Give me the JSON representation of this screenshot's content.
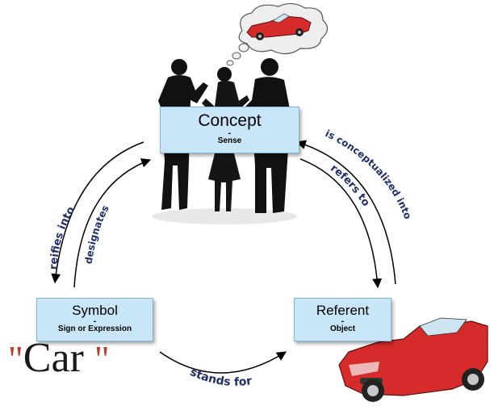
{
  "nodes": {
    "concept": {
      "title": "Concept",
      "dash": "-",
      "subtitle": "Sense"
    },
    "symbol": {
      "title": "Symbol",
      "dash": "-",
      "subtitle": "Sign or Expression"
    },
    "referent": {
      "title": "Referent",
      "dash": "-",
      "subtitle": "Object"
    }
  },
  "example_word": {
    "open_quote": "\"",
    "word": "Car",
    "close_quote": "\""
  },
  "edges": {
    "reifies_into": "reifies into",
    "designates": "designates",
    "is_conceptualized_into": "is conceptualized into",
    "refers_to": "refers to",
    "stands_for": "stands for"
  },
  "colors": {
    "box_fill": "#c9e6f8",
    "box_border": "#7fb6d8",
    "edge_label": "#1f2f6d",
    "car_body": "#d62b2b",
    "silhouette": "#111111"
  }
}
